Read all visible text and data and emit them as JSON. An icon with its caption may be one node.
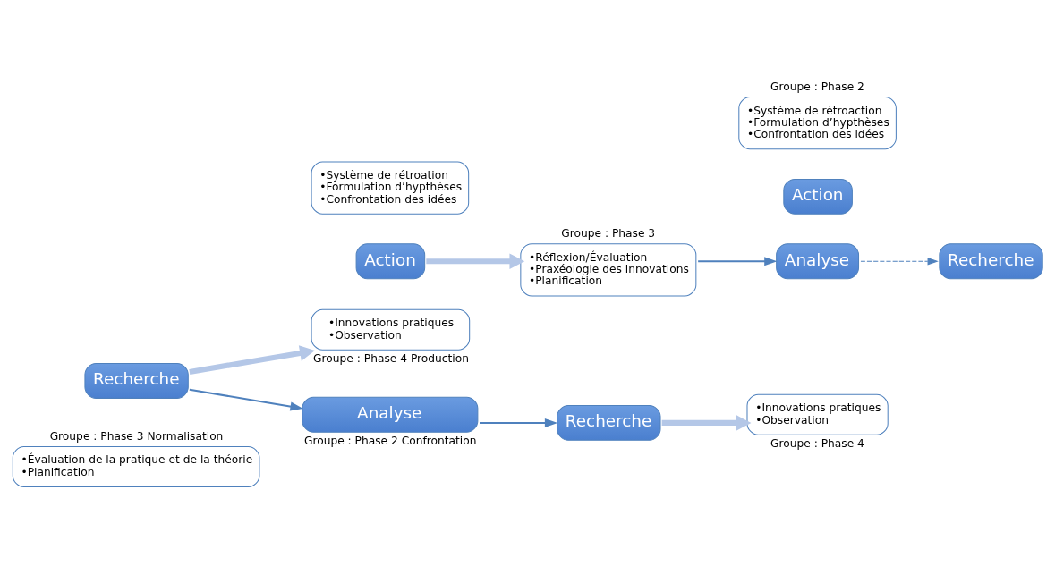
{
  "diagram": {
    "nodes": [
      {
        "text": [
          "•Évaluation de la pratique et de la théorie",
          "•Planification"
        ],
        "beside": [
          "Groupe : Phase 3 Normalisation"
        ]
      },
      {
        "text": [
          "Recherche"
        ]
      },
      {
        "text": [
          "•Innovations pratiques",
          "•Observation"
        ],
        "beside": [
          "Groupe : Phase 4 Production"
        ]
      },
      {
        "text": [
          "Action"
        ]
      },
      {
        "text": [
          "•Système de rétroation",
          "•Formulation d’hypthèses",
          "•Confrontation des idées"
        ]
      },
      {
        "text": [
          "Analyse"
        ],
        "beside": [
          "Groupe : Phase 2 Confrontation"
        ]
      },
      {
        "text": [
          "•Réflexion/Évaluation",
          "•Praxéologie des innovations",
          "•Planification"
        ],
        "beside": [
          "Groupe : Phase 3"
        ]
      },
      {
        "text": [
          "Recherche"
        ]
      },
      {
        "text": [
          "•Innovations pratiques",
          "•Observation"
        ],
        "beside": [
          "Groupe : Phase 4"
        ]
      },
      {
        "text": [
          "Action"
        ]
      },
      {
        "text": [
          "•Système de rétroaction",
          "•Formulation d’hypthèses",
          "•Confrontation des idées"
        ],
        "beside": [
          "Groupe : Phase 2"
        ]
      },
      {
        "text": [
          "Analyse"
        ]
      },
      {
        "text": [
          "Recherche"
        ]
      }
    ],
    "edges": [
      {
        "from": 1,
        "to": 2,
        "arrow": "to",
        "style": "thick",
        "color": "#b4c7e7"
      },
      {
        "from": 3,
        "to": 6,
        "arrow": "to",
        "style": "thick",
        "color": "#b4c7e7"
      },
      {
        "from": 7,
        "to": 8,
        "arrow": "to",
        "style": "thick",
        "color": "#b4c7e7"
      },
      {
        "from": 1,
        "to": 5,
        "arrow": "to"
      },
      {
        "from": 5,
        "to": 7,
        "arrow": "to"
      },
      {
        "from": 6,
        "to": 11,
        "arrow": "to"
      },
      {
        "from": 11,
        "to": 12,
        "arrow": "to",
        "style": "dashed"
      }
    ]
  }
}
